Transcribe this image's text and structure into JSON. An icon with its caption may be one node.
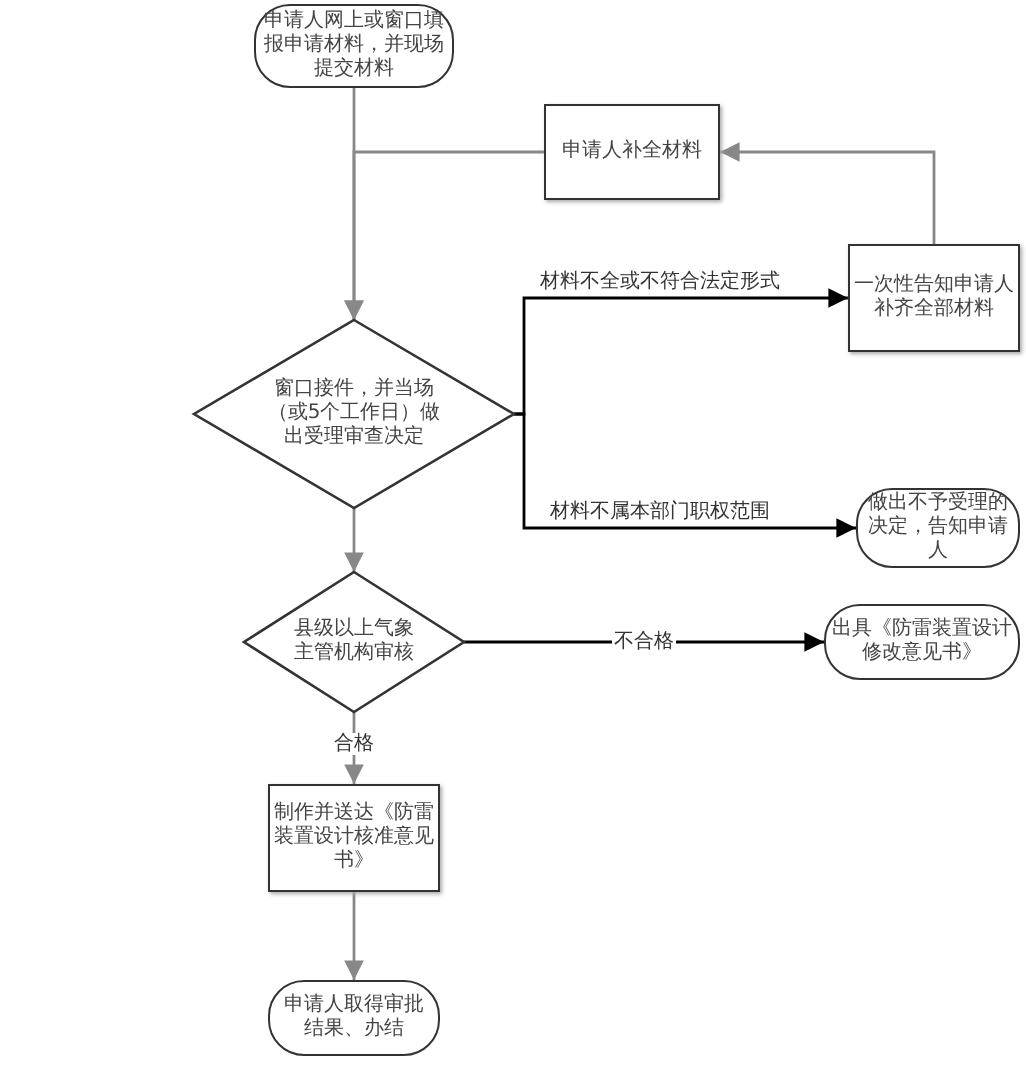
{
  "diagram": {
    "nodes": [
      {
        "text": [
          "申请人网上或窗口填报申请材料，并现场提交材料"
        ]
      },
      {
        "text": [
          "申请人补全材料"
        ]
      },
      {
        "text": [
          "一次性告知申请人补齐全部材料"
        ]
      },
      {
        "text": [
          "窗口接件，并当场（或5个工作日）做出受理审查决定"
        ]
      },
      {
        "text": [
          "做出不予受理的决定，告知申请人"
        ]
      },
      {
        "text": [
          "县级以上气象主管机构审核"
        ]
      },
      {
        "text": [
          "出具《防雷装置设计修改意见书》"
        ]
      },
      {
        "text": [
          "制作并送达《防雷装置设计核准意见书》"
        ]
      },
      {
        "text": [
          "申请人取得审批结果、办结"
        ]
      }
    ],
    "edges": [
      {
        "from": 0,
        "to": 3,
        "arrow": "to"
      },
      {
        "from": 1,
        "to": 3,
        "arrow": "to"
      },
      {
        "from": 2,
        "to": 1,
        "arrow": "to"
      },
      {
        "from": 3,
        "to": 2,
        "arrow": "to",
        "label": "材料不全或不符合法定形式",
        "color": "#000000"
      },
      {
        "from": 3,
        "to": 4,
        "arrow": "to",
        "label": "材料不属本部门职权范围",
        "color": "#000000"
      },
      {
        "from": 3,
        "to": 5,
        "arrow": "to"
      },
      {
        "from": 5,
        "to": 6,
        "arrow": "to",
        "label": "不合格",
        "color": "#000000"
      },
      {
        "from": 5,
        "to": 7,
        "arrow": "to",
        "label": "合格"
      },
      {
        "from": 7,
        "to": 8,
        "arrow": "to"
      }
    ]
  }
}
